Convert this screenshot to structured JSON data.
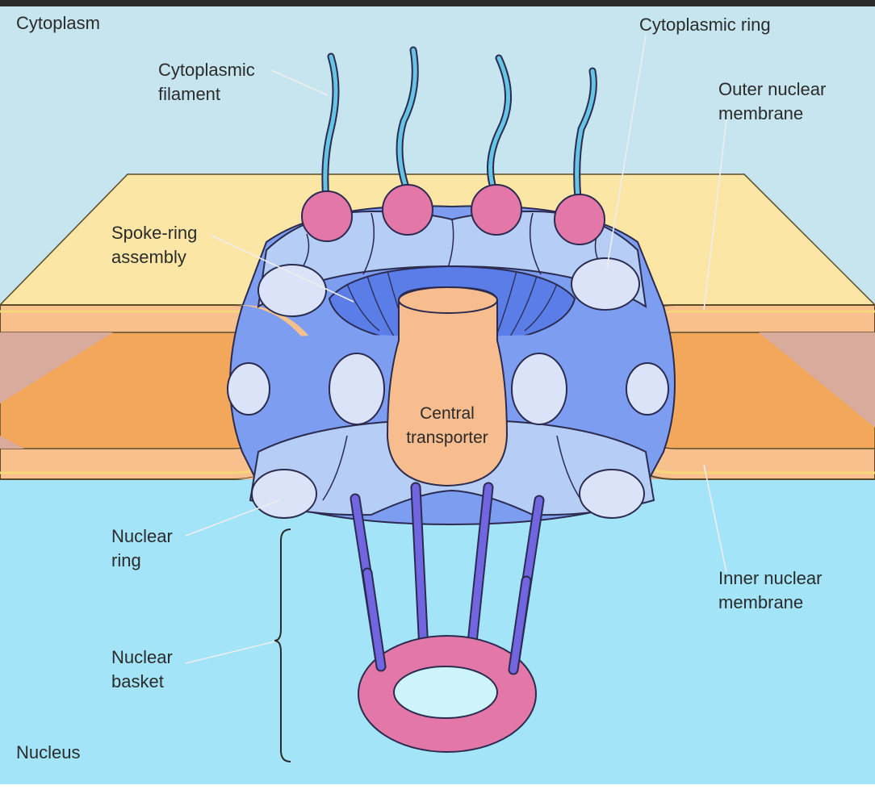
{
  "labels": {
    "cytoplasm": "Cytoplasm",
    "cytoplasmic_ring": "Cytoplasmic ring",
    "cytoplasmic_filament_line1": "Cytoplasmic",
    "cytoplasmic_filament_line2": "filament",
    "outer_membrane_line1": "Outer nuclear",
    "outer_membrane_line2": "membrane",
    "spoke_ring_line1": "Spoke-ring",
    "spoke_ring_line2": "assembly",
    "central_transporter_line1": "Central",
    "central_transporter_line2": "transporter",
    "nuclear_ring_line1": "Nuclear",
    "nuclear_ring_line2": "ring",
    "inner_membrane_line1": "Inner nuclear",
    "inner_membrane_line2": "membrane",
    "nuclear_basket_line1": "Nuclear",
    "nuclear_basket_line2": "basket",
    "nucleus": "Nucleus"
  },
  "colors": {
    "cytoplasm_bg": "#c6e5ee",
    "nucleus_bg": "#a3e4f9",
    "membrane_top": "#fbe6a6",
    "membrane_orange": "#f2a75a",
    "membrane_light": "#f7c08d",
    "membrane_side": "#d8ab9d",
    "pore_blue": "#7d9df0",
    "pore_light": "#b6cdf6",
    "pore_pale": "#dbe3f8",
    "transporter": "#f7bd8f",
    "filament": "#66c4e4",
    "ring_pink": "#e277a8",
    "basket_rod": "#7266e0"
  }
}
